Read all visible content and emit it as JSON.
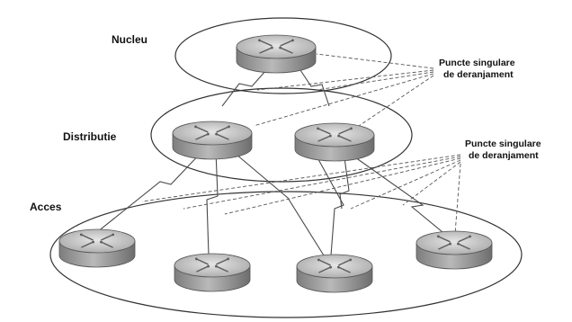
{
  "tiers": {
    "core": "Nucleu",
    "distribution": "Distributie",
    "access": "Acces"
  },
  "annotations": {
    "core_spof": {
      "line1": "Puncte singulare",
      "line2": "de deranjament"
    },
    "distribution_spof": {
      "line1": "Puncte singulare",
      "line2": "de deranjament"
    }
  },
  "colors": {
    "router_top": "#c9c9c9",
    "router_side": "#9e9e9e",
    "router_outline": "#555555",
    "line": "#4a4a4a"
  },
  "icons": {
    "router": "router-icon"
  }
}
